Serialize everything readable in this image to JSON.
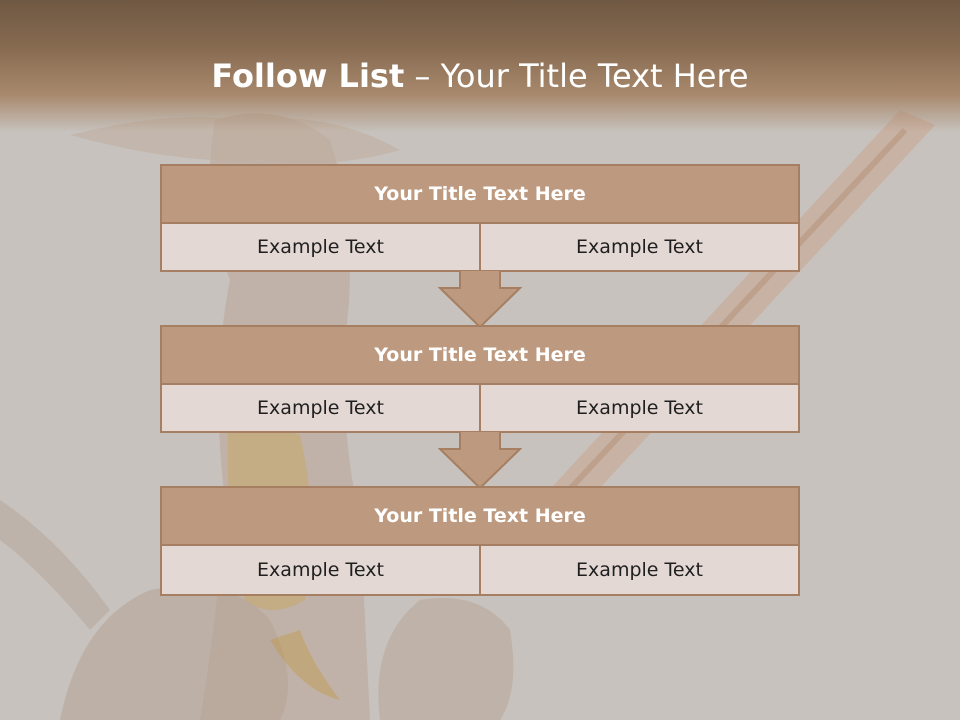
{
  "slide": {
    "title_bold": "Follow List",
    "title_rest": " – Your Title Text Here"
  },
  "steps": [
    {
      "title": "Your Title Text Here",
      "left": "Example Text",
      "right": "Example Text"
    },
    {
      "title": "Your Title Text Here",
      "left": "Example Text",
      "right": "Example Text"
    },
    {
      "title": "Your Title Text Here",
      "left": "Example Text",
      "right": "Example Text"
    }
  ],
  "colors": {
    "title_band": "#866a50",
    "header_fill": "#bd9a7f",
    "cell_fill": "#e3d8d4",
    "border": "#a67f62",
    "background": "#c8c3bf"
  }
}
